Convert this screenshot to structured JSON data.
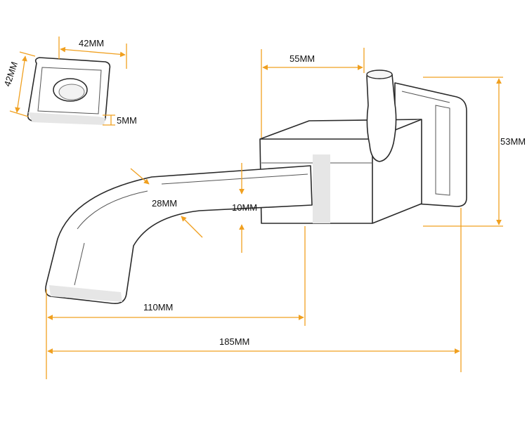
{
  "dimensions": {
    "plate_width": "42MM",
    "plate_height": "42MM",
    "plate_thickness": "5MM",
    "body_top_length": "55MM",
    "body_height": "53MM",
    "spout_width": "28MM",
    "spout_thickness": "10MM",
    "spout_length": "110MM",
    "overall_length": "185MM"
  },
  "colors": {
    "dimension_line": "#f0a020",
    "outline": "#2a2a2a",
    "text": "#111111"
  }
}
